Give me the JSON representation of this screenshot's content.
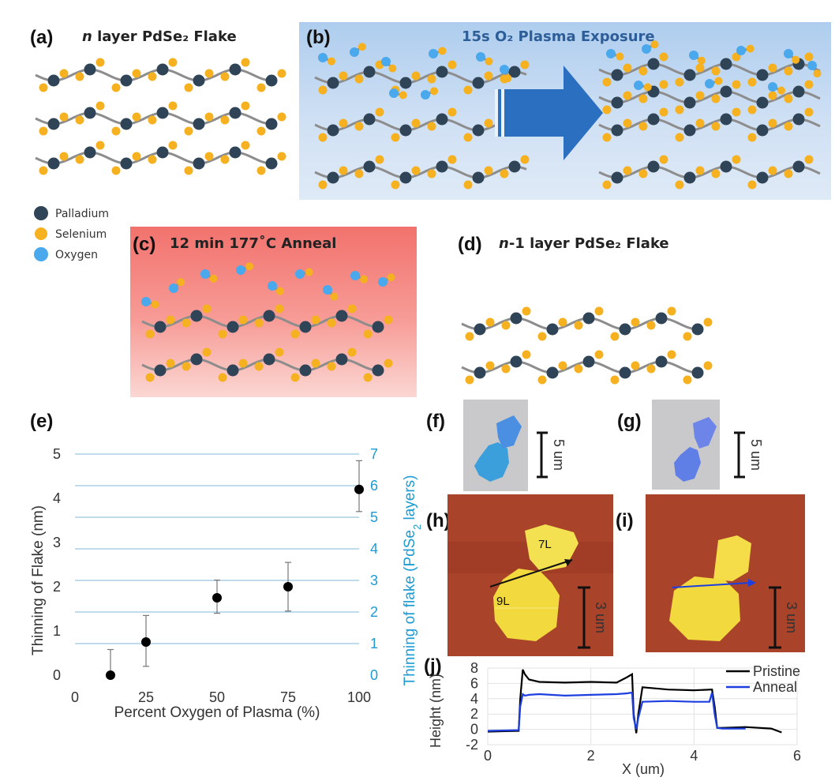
{
  "panels": {
    "a": {
      "label": "(a)",
      "title_prefix": "n",
      "title_rest": " layer PdSe₂ Flake"
    },
    "b": {
      "label": "(b)",
      "title": "15s O₂ Plasma Exposure"
    },
    "c": {
      "label": "(c)",
      "title": "12 min 177˚C Anneal"
    },
    "d": {
      "label": "(d)",
      "title_prefix": "n",
      "title_rest": "-1 layer PdSe₂ Flake"
    },
    "e": {
      "label": "(e)"
    },
    "f": {
      "label": "(f)",
      "scale": "5 um"
    },
    "g": {
      "label": "(g)",
      "scale": "5 um"
    },
    "h": {
      "label": "(h)",
      "scale": "3 um",
      "region1": "7L",
      "region2": "9L"
    },
    "i": {
      "label": "(i)",
      "scale": "3 um"
    },
    "j": {
      "label": "(j)"
    }
  },
  "atom_legend": [
    {
      "name": "Palladium",
      "color": "#2f4456"
    },
    {
      "name": "Selenium",
      "color": "#f5b120"
    },
    {
      "name": "Oxygen",
      "color": "#4aa8ec"
    }
  ],
  "colors": {
    "accent_blue": "#1e9bd2",
    "anneal_blue": "#1d3fe0",
    "pristine": "#000000",
    "gridline": "#7fb8d8"
  },
  "chart_data": [
    {
      "panel": "e",
      "type": "scatter",
      "xlabel": "Percent Oxygen of Plasma (%)",
      "ylabel": "Thinning of Flake (nm)",
      "y2label_pre": "Thinning of flake (PdSe",
      "y2label_sub": "2",
      "y2label_post": " layers)",
      "xlim": [
        0,
        100
      ],
      "ylim": [
        0,
        5
      ],
      "y2lim": [
        0,
        7
      ],
      "xticks": [
        0,
        25,
        50,
        75,
        100
      ],
      "yticks": [
        0,
        1,
        2,
        3,
        4,
        5
      ],
      "y2ticks": [
        0,
        1,
        2,
        3,
        4,
        5,
        6,
        7
      ],
      "grid": "horizontal, right axis",
      "x": [
        12.5,
        25,
        50,
        75,
        100
      ],
      "y": [
        0.0,
        0.75,
        1.75,
        2.0,
        4.2
      ],
      "yerr_low": [
        0.0,
        0.2,
        1.4,
        1.45,
        3.7
      ],
      "yerr_high": [
        0.58,
        1.35,
        2.15,
        2.55,
        4.85
      ]
    },
    {
      "panel": "j",
      "type": "line",
      "xlabel": "X (um)",
      "ylabel": "Height (nm)",
      "xlim": [
        0,
        6
      ],
      "ylim": [
        -2,
        8
      ],
      "xticks": [
        0,
        2,
        4,
        6
      ],
      "yticks": [
        -2,
        0,
        2,
        4,
        6,
        8
      ],
      "legend": "top-right",
      "series": [
        {
          "name": "Pristine",
          "color": "#000000",
          "x": [
            0,
            0.6,
            0.63,
            0.68,
            0.72,
            0.8,
            1.0,
            1.5,
            2.0,
            2.5,
            2.7,
            2.8,
            2.83,
            2.88,
            2.92,
            3.0,
            3.5,
            4.0,
            4.35,
            4.4,
            4.45,
            4.55,
            5.0,
            5.5,
            5.7
          ],
          "y": [
            -0.3,
            -0.2,
            4,
            7.8,
            7.2,
            6.5,
            6.2,
            6.1,
            6.2,
            6.1,
            6.8,
            7.2,
            2,
            -0.5,
            2,
            5.5,
            5.2,
            5.1,
            5.2,
            3,
            0.2,
            0.2,
            0.3,
            0.1,
            -0.4
          ]
        },
        {
          "name": "Anneal",
          "color": "#1d3fe0",
          "x": [
            0,
            0.6,
            0.63,
            0.68,
            0.72,
            0.8,
            1.0,
            1.5,
            2.0,
            2.5,
            2.7,
            2.8,
            2.83,
            2.88,
            2.92,
            3.0,
            3.5,
            4.0,
            4.3,
            4.35,
            4.4,
            4.45,
            4.55,
            5.0
          ],
          "y": [
            -0.2,
            -0.1,
            3,
            4.6,
            4.4,
            4.5,
            4.6,
            4.4,
            4.5,
            4.6,
            4.7,
            4.8,
            1.5,
            0,
            1.5,
            3.6,
            3.7,
            3.6,
            3.6,
            4.8,
            2,
            0.2,
            0.1,
            0.1
          ]
        }
      ]
    }
  ]
}
